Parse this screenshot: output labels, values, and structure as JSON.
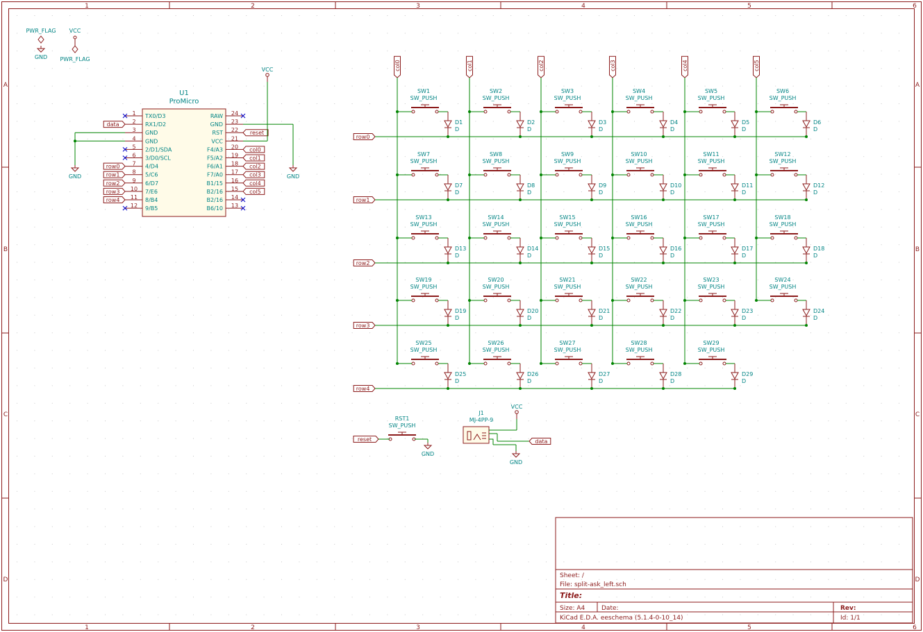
{
  "colors": {
    "border": "#8b1a1a",
    "part": "#8b1a1a",
    "wire": "#008400",
    "ref": "#008484",
    "value": "#008484",
    "pin_name": "#008484",
    "pin_num": "#8b1a1a",
    "nc": "#0000c8",
    "grid": "#c8c8c8"
  },
  "frame": {
    "col_labels": [
      "1",
      "2",
      "3",
      "4",
      "5",
      "6"
    ],
    "row_labels": [
      "A",
      "B",
      "C",
      "D"
    ]
  },
  "power_flags": {
    "pwr_flag_label": "PWR_FLAG",
    "gnd_label": "GND",
    "vcc_label": "VCC",
    "pwr_flag_label2": "PWR_FLAG"
  },
  "promicro": {
    "ref": "U1",
    "value": "ProMicro",
    "left_pins": [
      {
        "num": "1",
        "name": "TX0/D3",
        "net": ""
      },
      {
        "num": "2",
        "name": "RX1/D2",
        "net": "data"
      },
      {
        "num": "3",
        "name": "GND",
        "net": ""
      },
      {
        "num": "4",
        "name": "GND",
        "net": ""
      },
      {
        "num": "5",
        "name": "2/D1/SDA",
        "net": ""
      },
      {
        "num": "6",
        "name": "3/D0/SCL",
        "net": ""
      },
      {
        "num": "7",
        "name": "4/D4",
        "net": "row0"
      },
      {
        "num": "8",
        "name": "5/C6",
        "net": "row1"
      },
      {
        "num": "9",
        "name": "6/D7",
        "net": "row2"
      },
      {
        "num": "10",
        "name": "7/E6",
        "net": "row3"
      },
      {
        "num": "11",
        "name": "8/B4",
        "net": "row4"
      },
      {
        "num": "12",
        "name": "9/B5",
        "net": ""
      }
    ],
    "right_pins": [
      {
        "num": "24",
        "name": "RAW",
        "net": ""
      },
      {
        "num": "23",
        "name": "GND",
        "net": ""
      },
      {
        "num": "22",
        "name": "RST",
        "net": "reset"
      },
      {
        "num": "21",
        "name": "VCC",
        "net": ""
      },
      {
        "num": "20",
        "name": "F4/A3",
        "net": "col0"
      },
      {
        "num": "19",
        "name": "F5/A2",
        "net": "col1"
      },
      {
        "num": "18",
        "name": "F6/A1",
        "net": "col2"
      },
      {
        "num": "17",
        "name": "F7/A0",
        "net": "col3"
      },
      {
        "num": "16",
        "name": "B1/15",
        "net": "col4"
      },
      {
        "num": "15",
        "name": "B2/16",
        "net": "col5"
      },
      {
        "num": "14",
        "name": "B2/16",
        "net": ""
      },
      {
        "num": "13",
        "name": "B6/10",
        "net": ""
      }
    ],
    "gnd_left": "GND",
    "gnd_right": "GND",
    "vcc_top": "VCC"
  },
  "matrix": {
    "col_nets": [
      "col0",
      "col1",
      "col2",
      "col3",
      "col4",
      "col5"
    ],
    "row_nets": [
      "row0",
      "row1",
      "row2",
      "row3",
      "row4"
    ],
    "switch_value": "SW_PUSH",
    "diode_value": "D",
    "switches": [
      [
        "SW1",
        "SW2",
        "SW3",
        "SW4",
        "SW5",
        "SW6"
      ],
      [
        "SW7",
        "SW8",
        "SW9",
        "SW10",
        "SW11",
        "SW12"
      ],
      [
        "SW13",
        "SW14",
        "SW15",
        "SW16",
        "SW17",
        "SW18"
      ],
      [
        "SW19",
        "SW20",
        "SW21",
        "SW22",
        "SW23",
        "SW24"
      ],
      [
        "SW25",
        "SW26",
        "SW27",
        "SW28",
        "SW29",
        ""
      ]
    ],
    "diodes": [
      [
        "D1",
        "D2",
        "D3",
        "D4",
        "D5",
        "D6"
      ],
      [
        "D7",
        "D8",
        "D9",
        "D10",
        "D11",
        "D12"
      ],
      [
        "D13",
        "D14",
        "D15",
        "D16",
        "D17",
        "D18"
      ],
      [
        "D19",
        "D20",
        "D21",
        "D22",
        "D23",
        "D24"
      ],
      [
        "D25",
        "D26",
        "D27",
        "D28",
        "D29",
        ""
      ]
    ]
  },
  "reset_switch": {
    "ref": "RST1",
    "value": "SW_PUSH",
    "net": "reset",
    "gnd": "GND"
  },
  "jack": {
    "ref": "J1",
    "value": "MJ-4PP-9",
    "vcc": "VCC",
    "gnd": "GND",
    "net": "data"
  },
  "title_block": {
    "sheet": "Sheet: /",
    "file": "File: split-ask_left.sch",
    "title": "Title:",
    "size": "Size: A4",
    "date": "Date:",
    "rev": "Rev:",
    "tool": "KiCad E.D.A.  eeschema (5.1.4-0-10_14)",
    "id": "Id: 1/1"
  }
}
